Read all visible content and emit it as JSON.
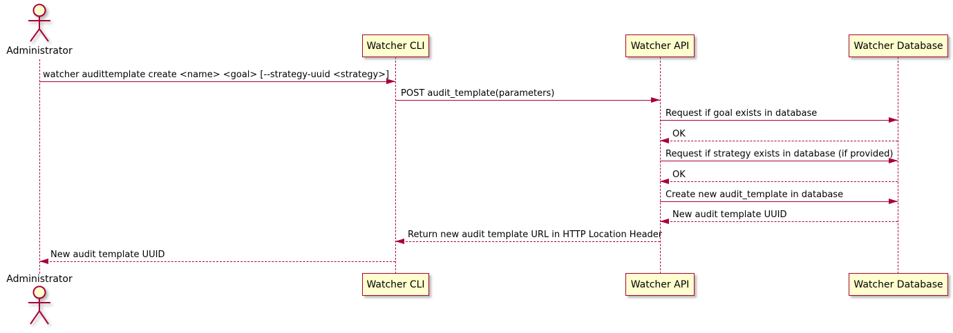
{
  "diagram": {
    "type": "sequence-diagram",
    "colors": {
      "border": "#A80036",
      "fill": "#FEFECE",
      "text": "#000000",
      "shadow": "#888888"
    },
    "actor": {
      "label": "Administrator"
    },
    "participants": [
      {
        "label": "Watcher CLI"
      },
      {
        "label": "Watcher API"
      },
      {
        "label": "Watcher Database"
      }
    ],
    "messages": [
      {
        "from": "Administrator",
        "to": "Watcher CLI",
        "style": "solid",
        "label": "watcher audittemplate create <name> <goal> [--strategy-uuid <strategy>]"
      },
      {
        "from": "Watcher CLI",
        "to": "Watcher API",
        "style": "solid",
        "label": "POST audit_template(parameters)"
      },
      {
        "from": "Watcher API",
        "to": "Watcher Database",
        "style": "solid",
        "label": "Request if goal exists in database"
      },
      {
        "from": "Watcher Database",
        "to": "Watcher API",
        "style": "dashed",
        "label": "OK"
      },
      {
        "from": "Watcher API",
        "to": "Watcher Database",
        "style": "solid",
        "label": "Request if strategy exists in database (if provided)"
      },
      {
        "from": "Watcher Database",
        "to": "Watcher API",
        "style": "dashed",
        "label": "OK"
      },
      {
        "from": "Watcher API",
        "to": "Watcher Database",
        "style": "solid",
        "label": "Create new audit_template in database"
      },
      {
        "from": "Watcher Database",
        "to": "Watcher API",
        "style": "dashed",
        "label": "New audit template UUID"
      },
      {
        "from": "Watcher API",
        "to": "Watcher CLI",
        "style": "dashed",
        "label": "Return new audit template URL in HTTP Location Header"
      },
      {
        "from": "Watcher CLI",
        "to": "Administrator",
        "style": "dashed",
        "label": "New audit template UUID"
      }
    ]
  }
}
